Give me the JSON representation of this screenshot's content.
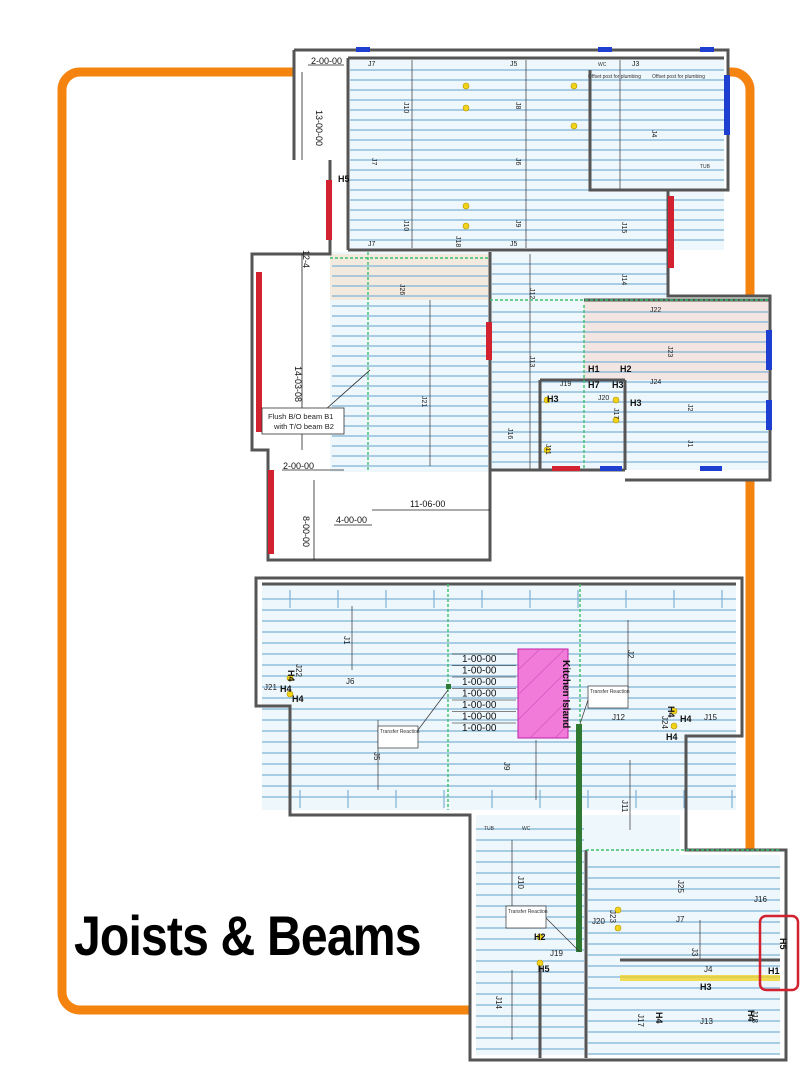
{
  "headline": "Joists & Beams",
  "colors": {
    "frame": "#f5830f",
    "joist": "#7fb3d5",
    "joist_fill": "#d6ecf7",
    "wall": "#555555",
    "beam_red": "#d3222f",
    "beam_blue": "#1f3fd0",
    "hanger": "#f2d21b",
    "island": "#f07bd9",
    "highlight": "#d3222f",
    "green_dash": "#3bbf6b"
  },
  "upper_plan": {
    "dimensions": [
      "2-00-00",
      "13-00-00",
      "12-4",
      "14-03-08",
      "2-00-00",
      "8-00-00",
      "4-00-00",
      "11-06-00"
    ],
    "callout": [
      "Flush B/O beam B1",
      "with T/O beam B2"
    ],
    "joist_labels": [
      "J7",
      "J5",
      "J3",
      "J10",
      "J8",
      "J7",
      "J6",
      "J4",
      "J10",
      "J9",
      "J15",
      "J7",
      "J5",
      "J18",
      "J14",
      "J12",
      "J26",
      "J21",
      "J13",
      "J22",
      "J23",
      "J24",
      "J16",
      "J11",
      "J19",
      "J20",
      "J17",
      "J2",
      "J1"
    ],
    "hanger_labels": [
      "H5",
      "H1",
      "H3",
      "H2",
      "H3",
      "H7",
      "H3"
    ],
    "notes": [
      "Offset post for plumbing",
      "Offset post for plumbing",
      "WC",
      "TUB"
    ]
  },
  "lower_plan": {
    "island_label": "Kitchen Island",
    "island_dims": [
      "1-00-00",
      "1-00-00",
      "1-00-00",
      "1-00-00",
      "1-00-00",
      "1-00-00",
      "1-00-00"
    ],
    "joist_labels": [
      "J1",
      "J2",
      "J6",
      "J21",
      "J22",
      "J5",
      "J9",
      "J12",
      "J15",
      "J24",
      "J11",
      "J10",
      "J25",
      "J16",
      "J7",
      "J20",
      "J23",
      "J19",
      "J3",
      "J14",
      "J4",
      "J17",
      "J13",
      "J18"
    ],
    "hanger_labels": [
      "H4",
      "H4",
      "H4",
      "H4",
      "H4",
      "H4",
      "H2",
      "H5",
      "H5",
      "H1",
      "H3",
      "H4",
      "H4"
    ],
    "transfer_labels": [
      "Transfer Reaction",
      "Transfer Reaction",
      "Transfer Reaction"
    ],
    "notes": [
      "TUB",
      "WC"
    ]
  }
}
